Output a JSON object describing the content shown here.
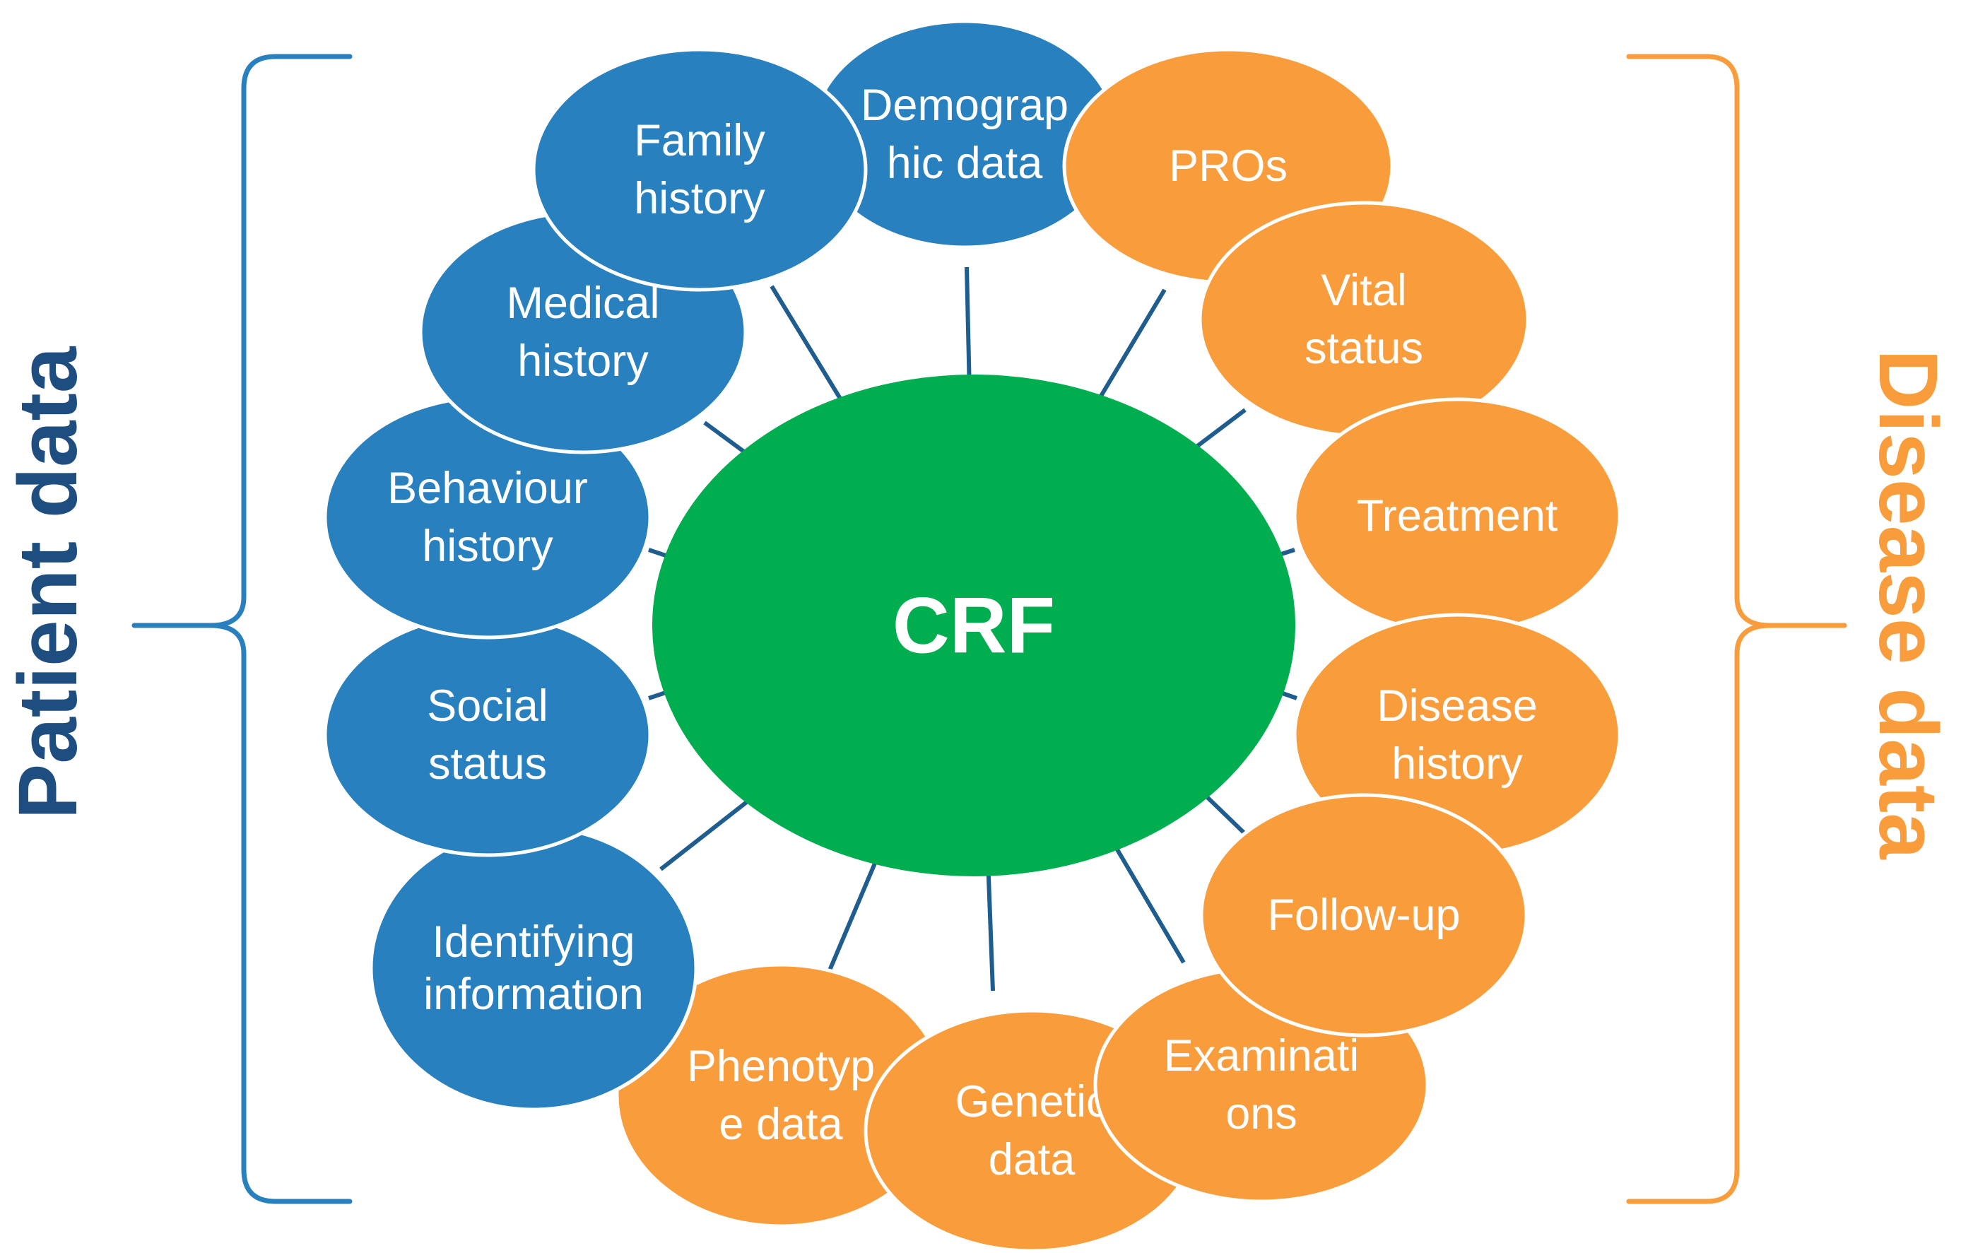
{
  "center": {
    "label": "CRF",
    "color": "#00AE4F"
  },
  "colors": {
    "patient": "#2980BF",
    "disease": "#F99D3C",
    "connector": "#1F5D8F",
    "patient_heading": "#1E4D80",
    "disease_heading": "#F99D3C",
    "ellipse_border": "#ffffff"
  },
  "groups": {
    "patient": {
      "label": "Patient data"
    },
    "disease": {
      "label": "Disease data"
    }
  },
  "nodes": [
    {
      "id": "identifying-information",
      "group": "patient",
      "lines": [
        "Identifying",
        "information"
      ]
    },
    {
      "id": "social-status",
      "group": "patient",
      "lines": [
        "Social",
        "status"
      ]
    },
    {
      "id": "behaviour-history",
      "group": "patient",
      "lines": [
        "Behaviour",
        "history"
      ]
    },
    {
      "id": "medical-history",
      "group": "patient",
      "lines": [
        "Medical",
        "history"
      ]
    },
    {
      "id": "family-history",
      "group": "patient",
      "lines": [
        "Family",
        "history"
      ]
    },
    {
      "id": "demographic-data",
      "group": "patient",
      "lines": [
        "Demograp",
        "hic data"
      ]
    },
    {
      "id": "pros",
      "group": "disease",
      "lines": [
        "PROs"
      ]
    },
    {
      "id": "vital-status",
      "group": "disease",
      "lines": [
        "Vital",
        "status"
      ]
    },
    {
      "id": "treatment",
      "group": "disease",
      "lines": [
        "Treatment"
      ]
    },
    {
      "id": "disease-history",
      "group": "disease",
      "lines": [
        "Disease",
        "history"
      ]
    },
    {
      "id": "follow-up",
      "group": "disease",
      "lines": [
        "Follow-up"
      ]
    },
    {
      "id": "examinations",
      "group": "disease",
      "lines": [
        "Examinati",
        "ons"
      ]
    },
    {
      "id": "genetic-data",
      "group": "disease",
      "lines": [
        "Genetic",
        "data"
      ]
    },
    {
      "id": "phenotype-data",
      "group": "disease",
      "lines": [
        "Phenotyp",
        "e data"
      ]
    }
  ]
}
